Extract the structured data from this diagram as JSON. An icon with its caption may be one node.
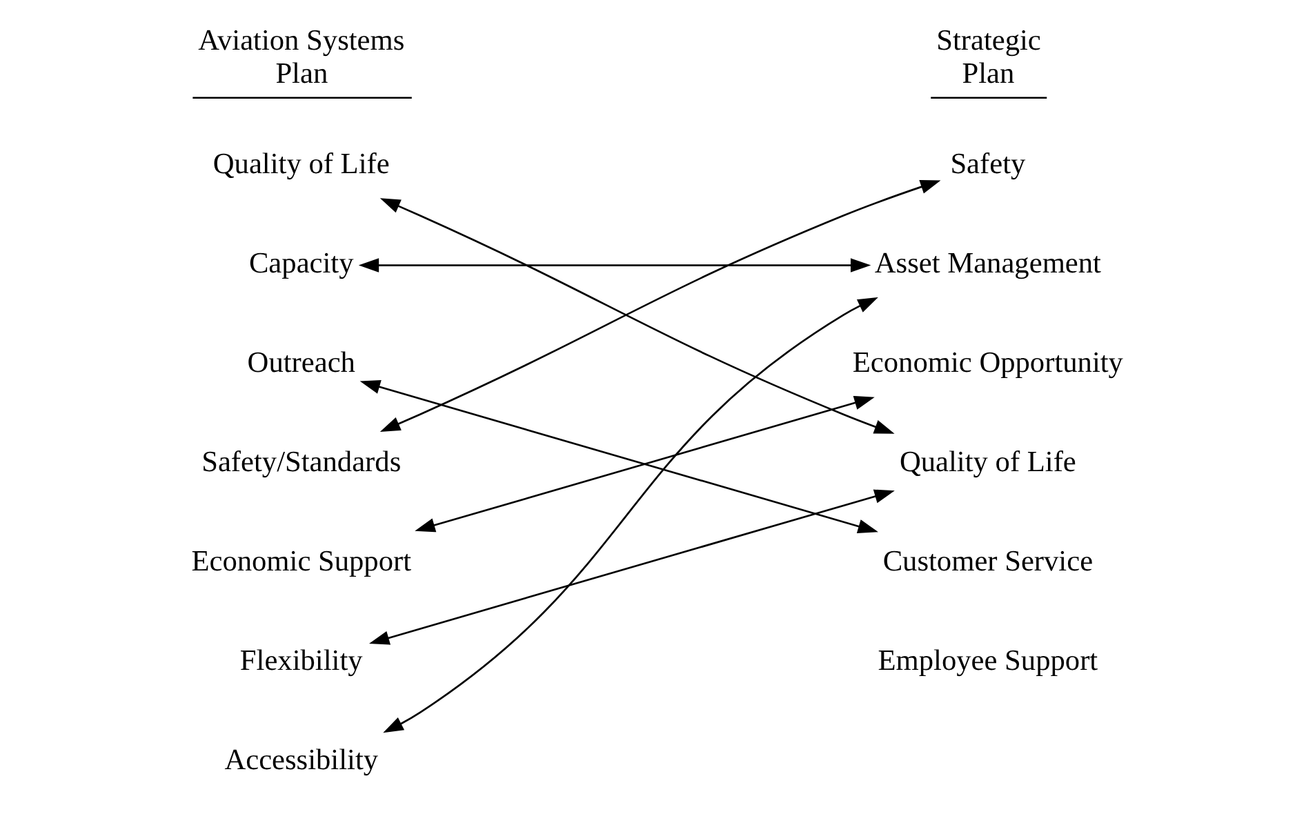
{
  "diagram": {
    "nodes": [
      {
        "text": [
          "Quality of Life"
        ]
      },
      {
        "text": [
          "Capacity"
        ]
      },
      {
        "text": [
          "Outreach"
        ]
      },
      {
        "text": [
          "Safety/Standards"
        ]
      },
      {
        "text": [
          "Economic Support"
        ]
      },
      {
        "text": [
          "Flexibility"
        ]
      },
      {
        "text": [
          "Accessibility"
        ]
      },
      {
        "text": [
          "Safety"
        ]
      },
      {
        "text": [
          "Asset Management"
        ]
      },
      {
        "text": [
          "Economic Opportunity"
        ]
      },
      {
        "text": [
          "Quality of Life"
        ]
      },
      {
        "text": [
          "Customer Service"
        ]
      },
      {
        "text": [
          "Employee Support"
        ]
      }
    ],
    "edges": [
      {
        "from": 0,
        "to": 10,
        "arrow": "both"
      },
      {
        "from": 1,
        "to": 8,
        "arrow": "both"
      },
      {
        "from": 2,
        "to": 11,
        "arrow": "both"
      },
      {
        "from": 3,
        "to": 7,
        "arrow": "both"
      },
      {
        "from": 4,
        "to": 9,
        "arrow": "both"
      },
      {
        "from": 5,
        "to": 10,
        "arrow": "both"
      },
      {
        "from": 6,
        "to": 8,
        "arrow": "both"
      }
    ],
    "labels": [
      "Aviation Systems Plan",
      "Strategic Plan"
    ]
  }
}
